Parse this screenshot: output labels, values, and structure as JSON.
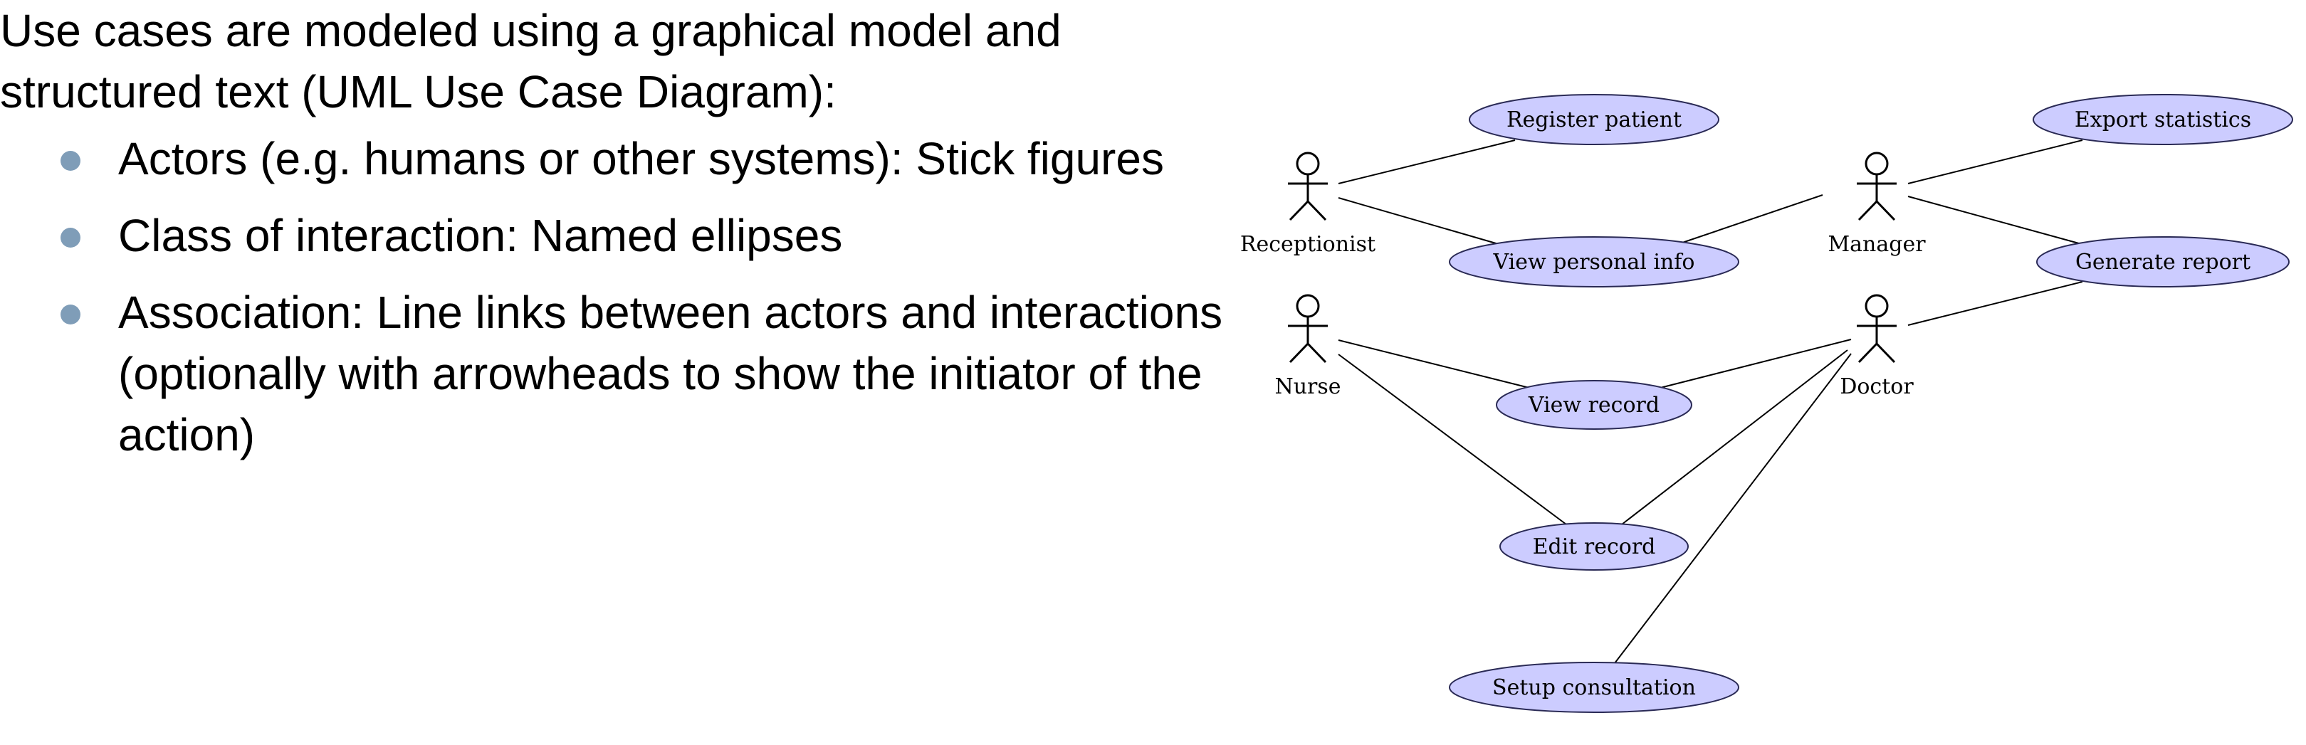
{
  "intro": "Use cases are modeled using a graphical model and structured text (UML Use Case Diagram):",
  "bullets": [
    "Actors (e.g. humans or other systems): Stick figures",
    "Class of interaction: Named ellipses",
    "Association: Line links between actors and interactions (optionally with arrowheads to show the initiator of the action)"
  ],
  "diagram": {
    "actors": {
      "receptionist": "Receptionist",
      "manager": "Manager",
      "nurse": "Nurse",
      "doctor": "Doctor"
    },
    "use_cases": {
      "register_patient": "Register patient",
      "export_statistics": "Export statistics",
      "view_personal_info": "View personal info",
      "generate_report": "Generate report",
      "view_record": "View record",
      "edit_record": "Edit record",
      "setup_consultation": "Setup consultation"
    },
    "colors": {
      "use_case_fill": "#ccccff",
      "bullet": "#7f9db8"
    }
  }
}
